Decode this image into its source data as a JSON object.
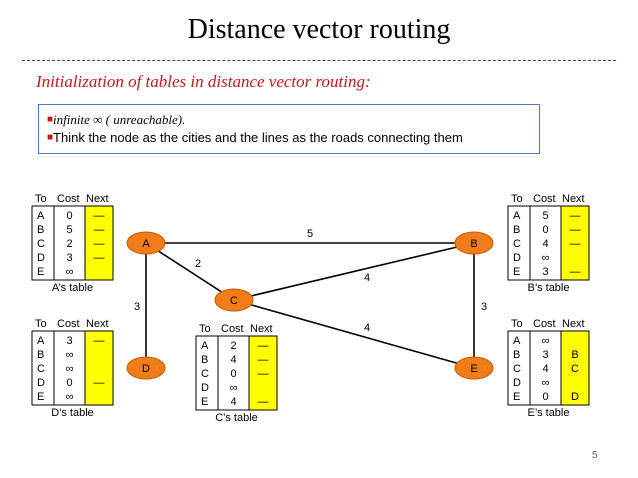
{
  "title": "Distance vector routing",
  "subtitle": "Initialization of  tables in distance vector routing:",
  "notes": [
    "infinite ∞ ( unreachable).",
    "Think the node as the cities and the lines as the roads connecting them"
  ],
  "page_number": "5",
  "colors": {
    "node_fill": "#f07d19",
    "next_fill": "#ffff00",
    "accent_red": "#c0191b",
    "box_border": "#4a7ebb"
  },
  "header": {
    "to": "To",
    "cost": "Cost",
    "next": "Next"
  },
  "nodes": [
    {
      "id": "A",
      "label": "A"
    },
    {
      "id": "B",
      "label": "B"
    },
    {
      "id": "C",
      "label": "C"
    },
    {
      "id": "D",
      "label": "D"
    },
    {
      "id": "E",
      "label": "E"
    }
  ],
  "edges": [
    {
      "from": "A",
      "to": "B",
      "cost": "5"
    },
    {
      "from": "A",
      "to": "C",
      "cost": "2"
    },
    {
      "from": "A",
      "to": "D",
      "cost": "3"
    },
    {
      "from": "C",
      "to": "B",
      "cost": "4"
    },
    {
      "from": "C",
      "to": "E",
      "cost": "4"
    },
    {
      "from": "B",
      "to": "E",
      "cost": "3"
    }
  ],
  "tables": [
    {
      "id": "A",
      "caption": "A’s table",
      "rows": [
        [
          "A",
          "0",
          "—"
        ],
        [
          "B",
          "5",
          "—"
        ],
        [
          "C",
          "2",
          "—"
        ],
        [
          "D",
          "3",
          "—"
        ],
        [
          "E",
          "∞",
          ""
        ]
      ]
    },
    {
      "id": "B",
      "caption": "B’s table",
      "rows": [
        [
          "A",
          "5",
          "—"
        ],
        [
          "B",
          "0",
          "—"
        ],
        [
          "C",
          "4",
          "—"
        ],
        [
          "D",
          "∞",
          ""
        ],
        [
          "E",
          "3",
          "—"
        ]
      ]
    },
    {
      "id": "C",
      "caption": "C’s table",
      "rows": [
        [
          "A",
          "2",
          "—"
        ],
        [
          "B",
          "4",
          "—"
        ],
        [
          "C",
          "0",
          "—"
        ],
        [
          "D",
          "∞",
          ""
        ],
        [
          "E",
          "4",
          "—"
        ]
      ]
    },
    {
      "id": "D",
      "caption": "D’s table",
      "rows": [
        [
          "A",
          "3",
          "—"
        ],
        [
          "B",
          "∞",
          ""
        ],
        [
          "C",
          "∞",
          ""
        ],
        [
          "D",
          "0",
          "—"
        ],
        [
          "E",
          "∞",
          ""
        ]
      ]
    },
    {
      "id": "E",
      "caption": "E’s table",
      "rows": [
        [
          "A",
          "∞",
          ""
        ],
        [
          "B",
          "3",
          "B"
        ],
        [
          "C",
          "4",
          "C"
        ],
        [
          "D",
          "∞",
          ""
        ],
        [
          "E",
          "0",
          "D"
        ]
      ]
    }
  ]
}
